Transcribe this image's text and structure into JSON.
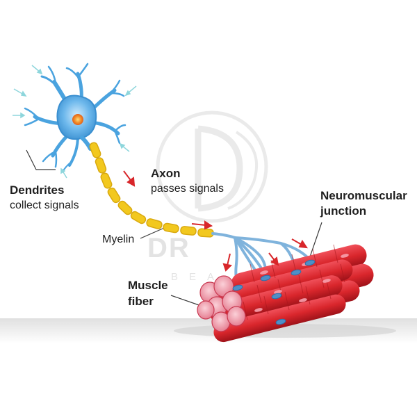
{
  "labels": {
    "dendrites_title": "Dendrites",
    "dendrites_desc": "collect signals",
    "axon_title": "Axon",
    "axon_desc": "passes signals",
    "myelin": "Myelin",
    "nmj_line1": "Neuromuscular",
    "nmj_line2": "junction",
    "muscle_line1": "Muscle",
    "muscle_line2": "fiber"
  },
  "watermark": {
    "letter": "D",
    "line1": "DR",
    "line2": "BEA"
  },
  "colors": {
    "neuron_body": "#4aa3df",
    "nucleus": "#f28c28",
    "myelin": "#f2c81e",
    "axon": "#7fb3dc",
    "muscle": "#d9262c",
    "muscle_dark": "#a9161c",
    "muscle_end": "#f09aa8",
    "arrow": "#d8262a",
    "signal_arrow": "#8ed6dc"
  }
}
